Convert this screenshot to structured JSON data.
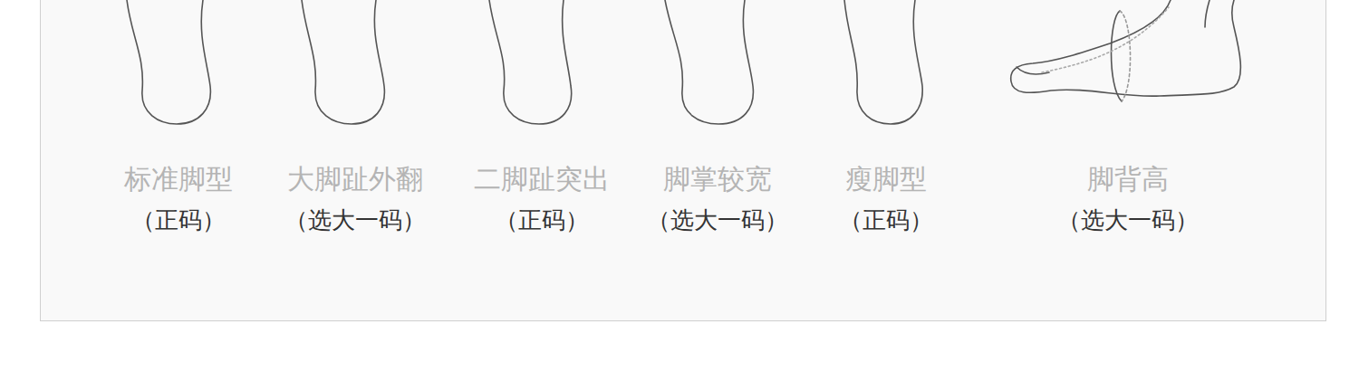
{
  "diagram": {
    "labels": [
      "标准脚型",
      "（正码）",
      "大脚趾外翻",
      "（选大一码）",
      "二脚趾突出",
      "（正码）",
      "脚掌较宽",
      "（选大一码）",
      "瘦脚型",
      "（正码）",
      "脚背高",
      "（选大一码）"
    ]
  }
}
